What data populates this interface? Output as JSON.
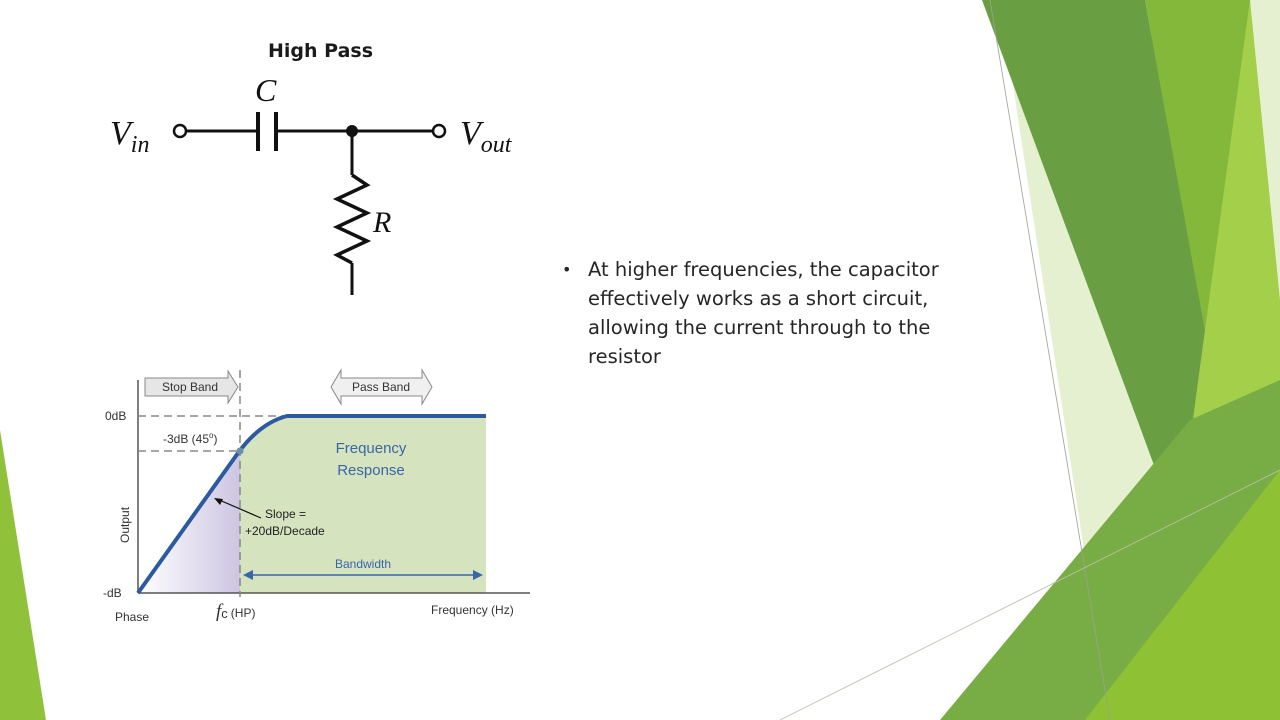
{
  "slide": {
    "title": "High Pass",
    "bullet": "At higher frequencies, the capacitor effectively works as a short circuit, allowing the current through to the resistor"
  },
  "circuit": {
    "vin_main": "V",
    "vin_sub": "in",
    "vout_main": "V",
    "vout_sub": "out",
    "capacitor_label": "C",
    "resistor_label": "R"
  },
  "response_chart": {
    "stop_band": "Stop Band",
    "pass_band": "Pass Band",
    "label_0db": "0dB",
    "label_3db": "-3dB (45",
    "label_3db_deg": "o",
    "label_3db_end": ")",
    "label_minus_db": "-dB",
    "axis_output": "Output",
    "phase": "Phase",
    "fc_main": "f",
    "fc_sub": "c",
    "fc_hp": "(HP)",
    "x_axis": "Frequency (Hz)",
    "freq_response_line1": "Frequency",
    "freq_response_line2": "Response",
    "slope_line1": "Slope =",
    "slope_line2": "+20dB/Decade",
    "bandwidth": "Bandwidth"
  },
  "colors": {
    "green_dark": "#5e9b33",
    "green_mid": "#7cb342",
    "green_light": "#9bc73b",
    "green_pale": "#d9ebbf",
    "curve_blue": "#2c5aa0",
    "pass_fill": "#d5e3bf",
    "stop_fill": "#d9d3e8"
  }
}
